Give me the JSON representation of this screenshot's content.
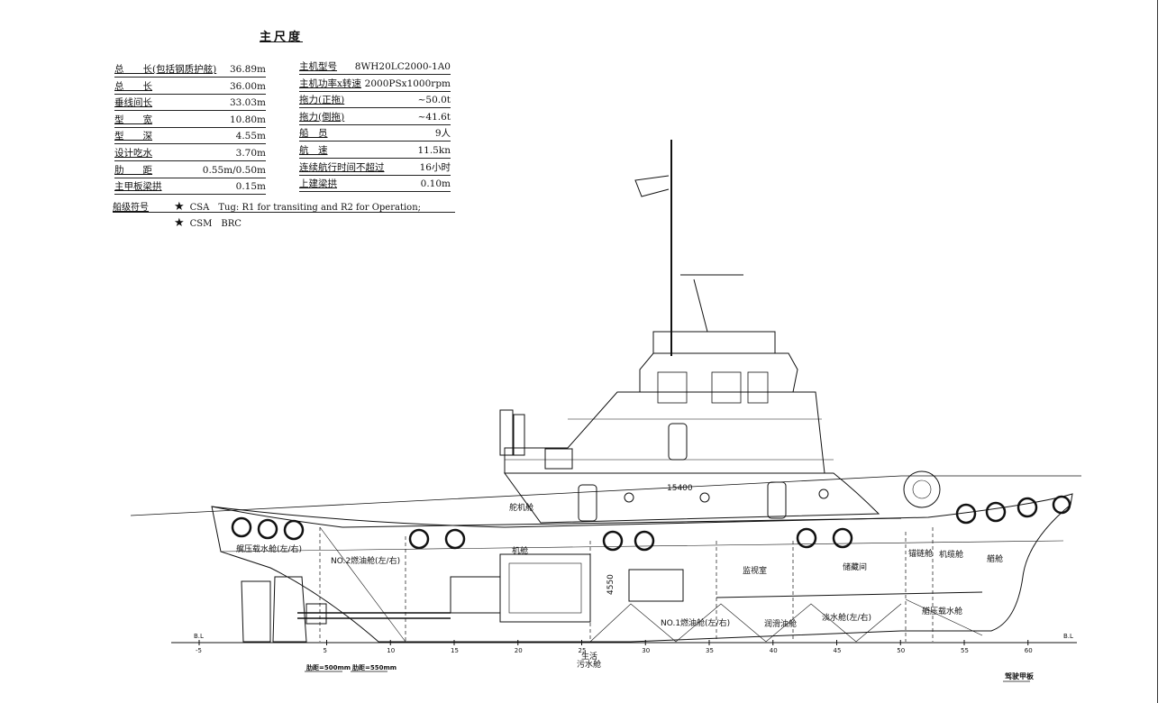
{
  "title": "主尺度",
  "specs_left": [
    {
      "label": "总　　长(包括钢质护舷)",
      "value": "36.89m"
    },
    {
      "label": "总　　长",
      "value": "36.00m"
    },
    {
      "label": "垂线间长",
      "value": "33.03m"
    },
    {
      "label": "型　　宽",
      "value": "10.80m"
    },
    {
      "label": "型　　深",
      "value": "4.55m"
    },
    {
      "label": "设计吃水",
      "value": "3.70m"
    },
    {
      "label": "肋　　距",
      "value": "0.55m/0.50m"
    },
    {
      "label": "主甲板梁拱",
      "value": "0.15m"
    }
  ],
  "specs_right": [
    {
      "label": "主机型号",
      "value": "8WH20LC2000-1A0"
    },
    {
      "label": "主机功率x转速",
      "value": "2000PSx1000rpm"
    },
    {
      "label": "拖力(正拖)",
      "value": "~50.0t"
    },
    {
      "label": "拖力(倒拖)",
      "value": "~41.6t"
    },
    {
      "label": "船　员",
      "value": "9人"
    },
    {
      "label": "航　速",
      "value": "11.5kn"
    },
    {
      "label": "连续航行时间不超过",
      "value": "16小时"
    },
    {
      "label": "上建梁拱",
      "value": "0.10m"
    }
  ],
  "class_notation": {
    "label": "船级符号",
    "line1": "CSA　Tug: R1 for transiting and R2 for Operation;",
    "line2": "CSM　BRC"
  },
  "drawing": {
    "rooms": {
      "ballast_tank": "艉压载水舱(左/右)",
      "fuel_tank_2": "NO.2燃油舱(左/右)",
      "fuel_tank_1": "NO.1燃油舱(左/右)",
      "monitor_room": "监视室",
      "store_room": "储藏间",
      "chain_locker": "锚链舱",
      "cable_room": "机缆舱",
      "bow_room": "艏舱",
      "fresh_water_tank": "淡水舱(左/右)",
      "bow_water_tank": "艏压载水舱",
      "lube_tank": "润滑油舱",
      "sewage_tank": "污水舱",
      "domestic_water": "生活",
      "engine_room_label": "机舱",
      "steering_label": "舵机舱"
    },
    "dimension_text": "15400",
    "depth_text": "4550",
    "frame_spacing_a": "肋距=500mm",
    "frame_spacing_b": "肋距=550mm",
    "main_deck_label": "驾驶甲板",
    "baseline_left": "B.L",
    "baseline_right": "B.L",
    "frame_ticks": [
      "-5",
      "5",
      "10",
      "15",
      "20",
      "25",
      "30",
      "35",
      "40",
      "45",
      "50",
      "55",
      "60"
    ]
  },
  "colors": {
    "line": "#111111",
    "background": "#ffffff"
  }
}
